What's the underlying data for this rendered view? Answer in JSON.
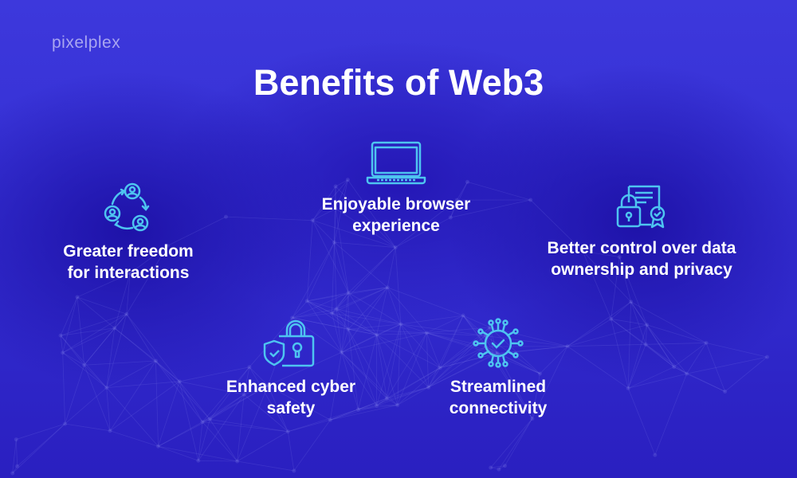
{
  "brand": {
    "logo": "pixelplex"
  },
  "title": "Benefits of Web3",
  "accent_color": "#4ec4f0",
  "benefits": [
    {
      "icon": "user-cycle-icon",
      "line1": "Greater freedom",
      "line2": "for interactions"
    },
    {
      "icon": "laptop-icon",
      "line1": "Enjoyable browser",
      "line2": "experience"
    },
    {
      "icon": "locked-document-certificate-icon",
      "line1": "Better control over data",
      "line2": "ownership and privacy"
    },
    {
      "icon": "shield-lock-icon",
      "line1": "Enhanced cyber",
      "line2": "safety"
    },
    {
      "icon": "chip-check-icon",
      "line1": "Streamlined",
      "line2": "connectivity"
    }
  ]
}
